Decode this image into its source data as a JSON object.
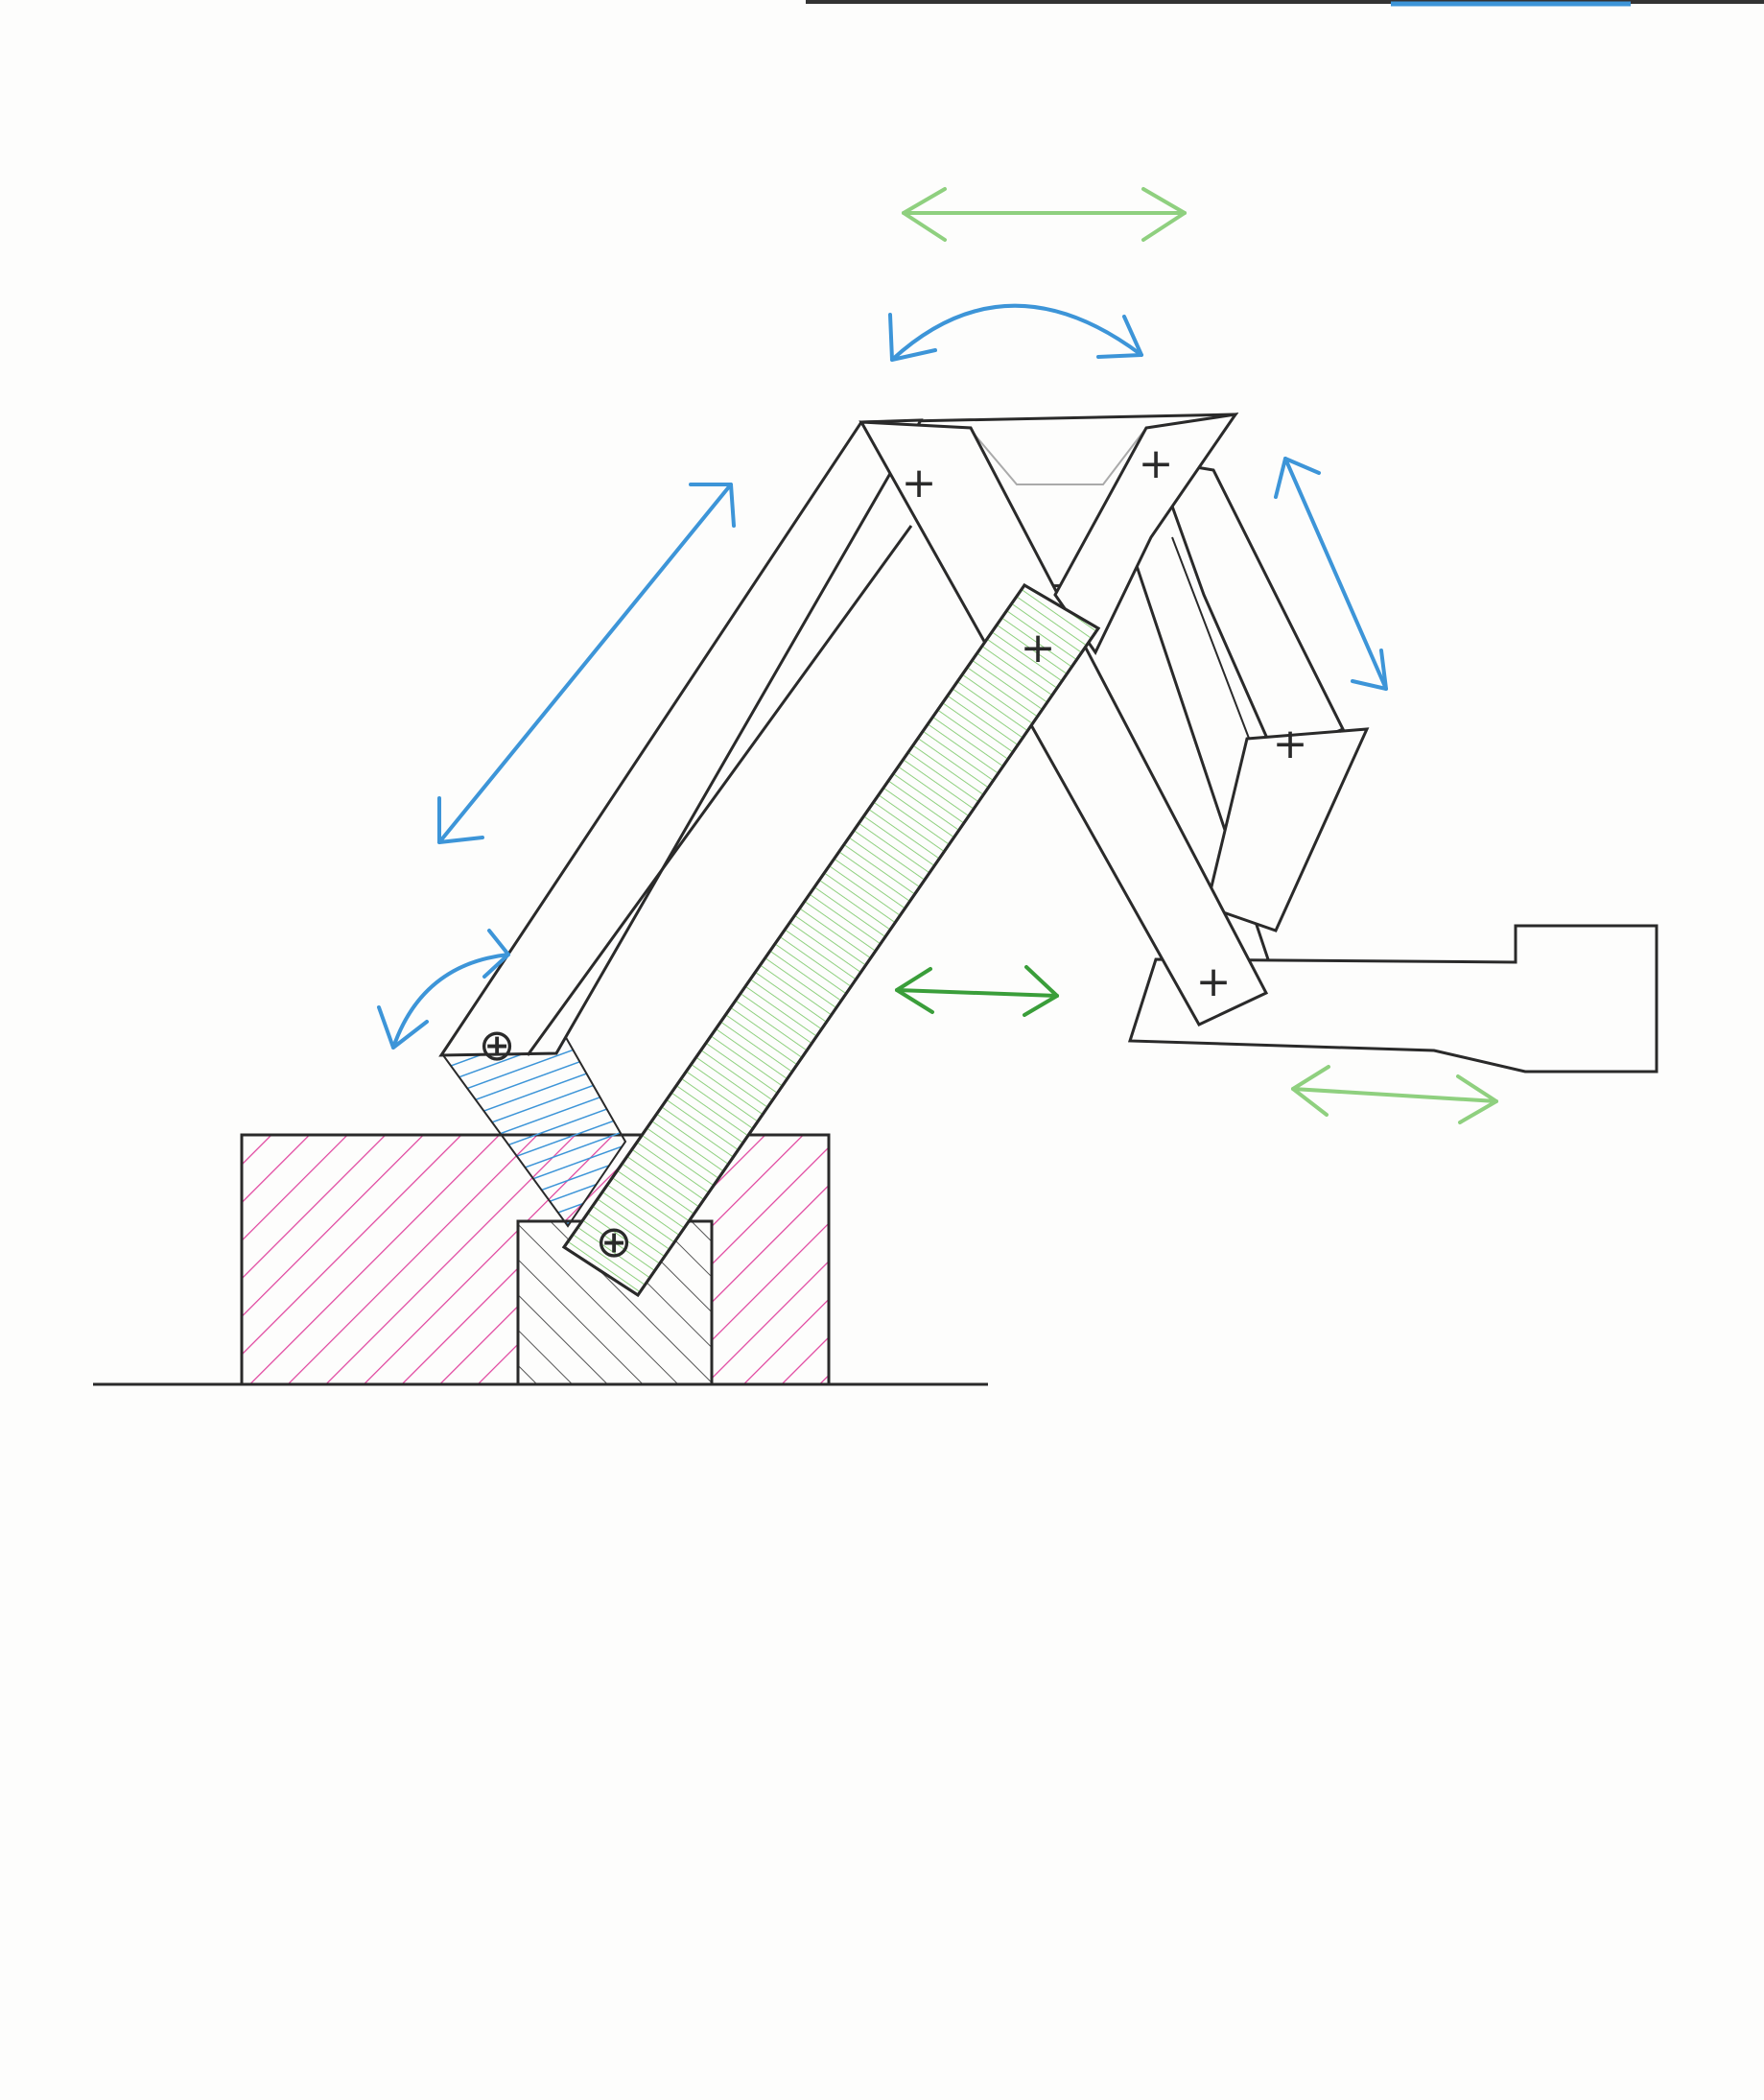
{
  "colors": {
    "ink": "#2a2a2a",
    "blue": "#3d95d8",
    "green_light": "#8fd07f",
    "green_dark": "#3a9e3a",
    "magenta": "#e0459f",
    "gray_hatch": "#555555",
    "paper": "#fdfdfc"
  },
  "joints": {
    "cross_marks": [
      "+",
      "+",
      "+",
      "+",
      "+"
    ],
    "pivot_marks": [
      "⊕",
      "⊕"
    ]
  },
  "motions": [
    {
      "name": "top-horizontal-translation",
      "kind": "linear",
      "color": "green_light"
    },
    {
      "name": "top-rotation",
      "kind": "rotational",
      "color": "blue"
    },
    {
      "name": "left-arm-extension",
      "kind": "linear",
      "color": "blue"
    },
    {
      "name": "right-arm-extension",
      "kind": "linear",
      "color": "blue"
    },
    {
      "name": "base-rotation",
      "kind": "rotational",
      "color": "blue"
    },
    {
      "name": "middle-horizontal-translation",
      "kind": "linear",
      "color": "green_dark"
    },
    {
      "name": "gripper-horizontal-translation",
      "kind": "linear",
      "color": "green_light"
    }
  ]
}
